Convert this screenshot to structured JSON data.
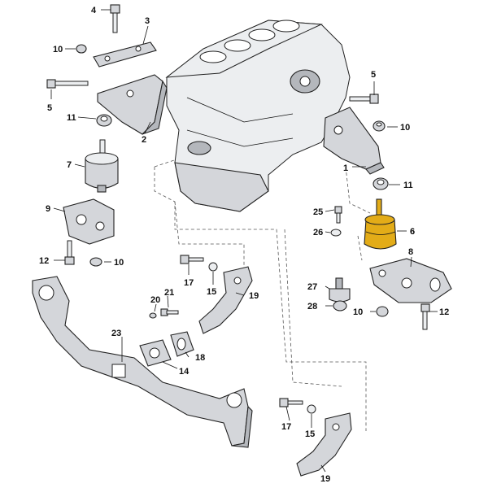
{
  "callouts": {
    "c1": "1",
    "c2": "2",
    "c3": "3",
    "c4": "4",
    "c5a": "5",
    "c5b": "5",
    "c6": "6",
    "c7": "7",
    "c8": "8",
    "c9": "9",
    "c10a": "10",
    "c10b": "10",
    "c10c": "10",
    "c10d": "10",
    "c11a": "11",
    "c11b": "11",
    "c12a": "12",
    "c12b": "12",
    "c14": "14",
    "c15a": "15",
    "c15b": "15",
    "c17a": "17",
    "c17b": "17",
    "c18": "18",
    "c19a": "19",
    "c19b": "19",
    "c20": "20",
    "c21": "21",
    "c23": "23",
    "c25": "25",
    "c26": "26",
    "c27": "27",
    "c28": "28"
  },
  "colors": {
    "highlight": "#e3ac18",
    "part": "#d4d6da",
    "outline": "#222222"
  },
  "highlighted_part": "c6"
}
